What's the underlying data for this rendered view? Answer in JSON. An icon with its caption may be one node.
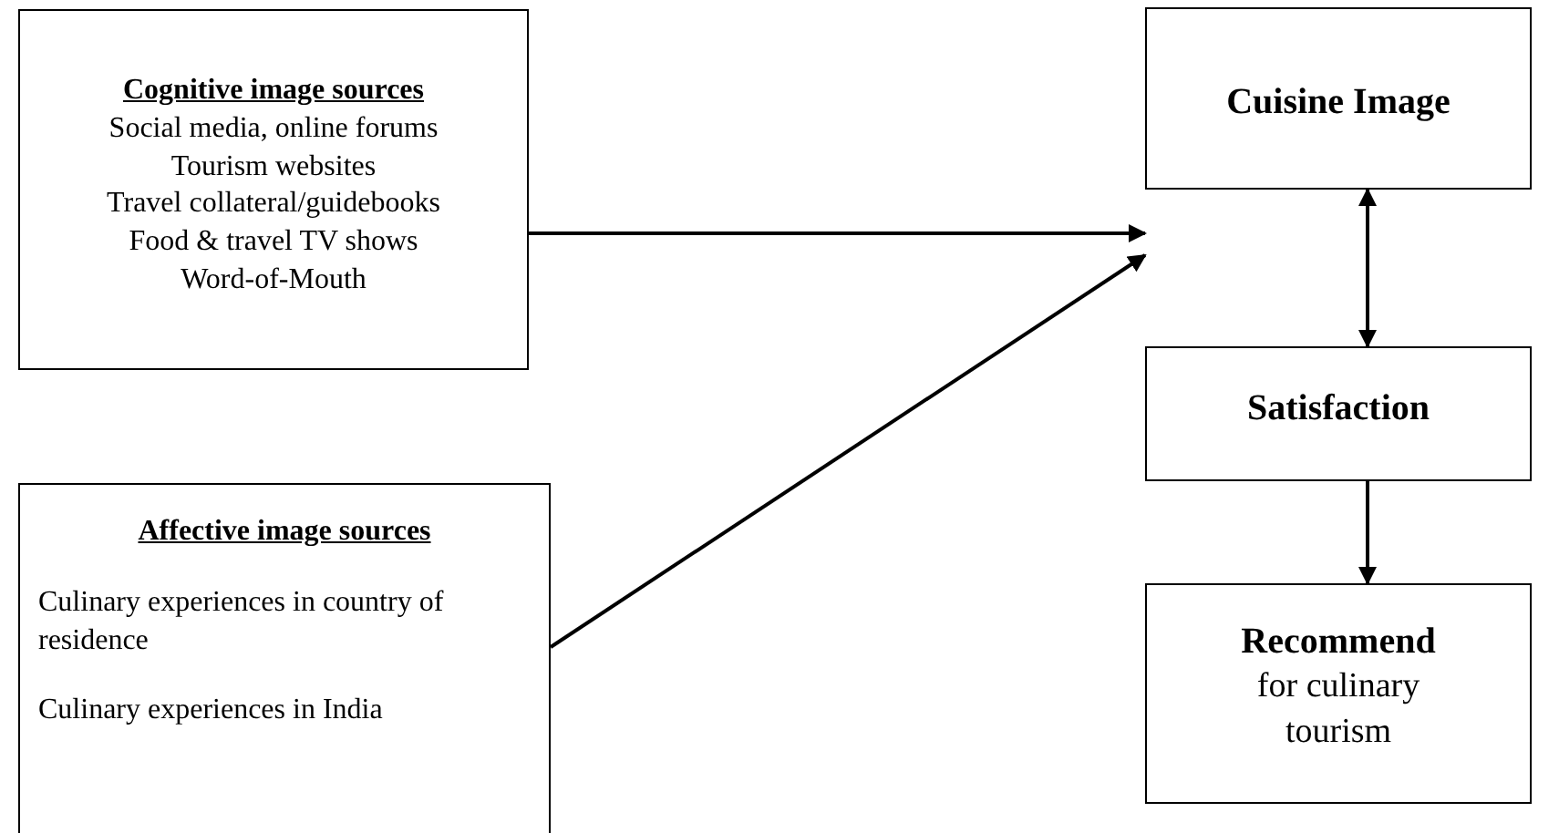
{
  "diagram": {
    "nodes": [
      {
        "text": [
          "Cognitive image sources",
          "Social media, online forums",
          "Tourism websites",
          "Travel collateral/guidebooks",
          "Food & travel TV shows",
          "Word-of-Mouth"
        ]
      },
      {
        "text": [
          "Affective image sources",
          "Culinary experiences in country of residence",
          "Culinary experiences in India"
        ]
      },
      {
        "text": [
          "Cuisine Image"
        ]
      },
      {
        "text": [
          "Satisfaction"
        ]
      },
      {
        "text": [
          "Recommend",
          "for culinary tourism"
        ]
      }
    ],
    "edges": [
      {
        "from": 0,
        "to": 2,
        "arrow": "to"
      },
      {
        "from": 1,
        "to": 2,
        "arrow": "to"
      },
      {
        "from": 2,
        "to": 3,
        "arrow": "both"
      },
      {
        "from": 3,
        "to": 4,
        "arrow": "to"
      }
    ]
  }
}
